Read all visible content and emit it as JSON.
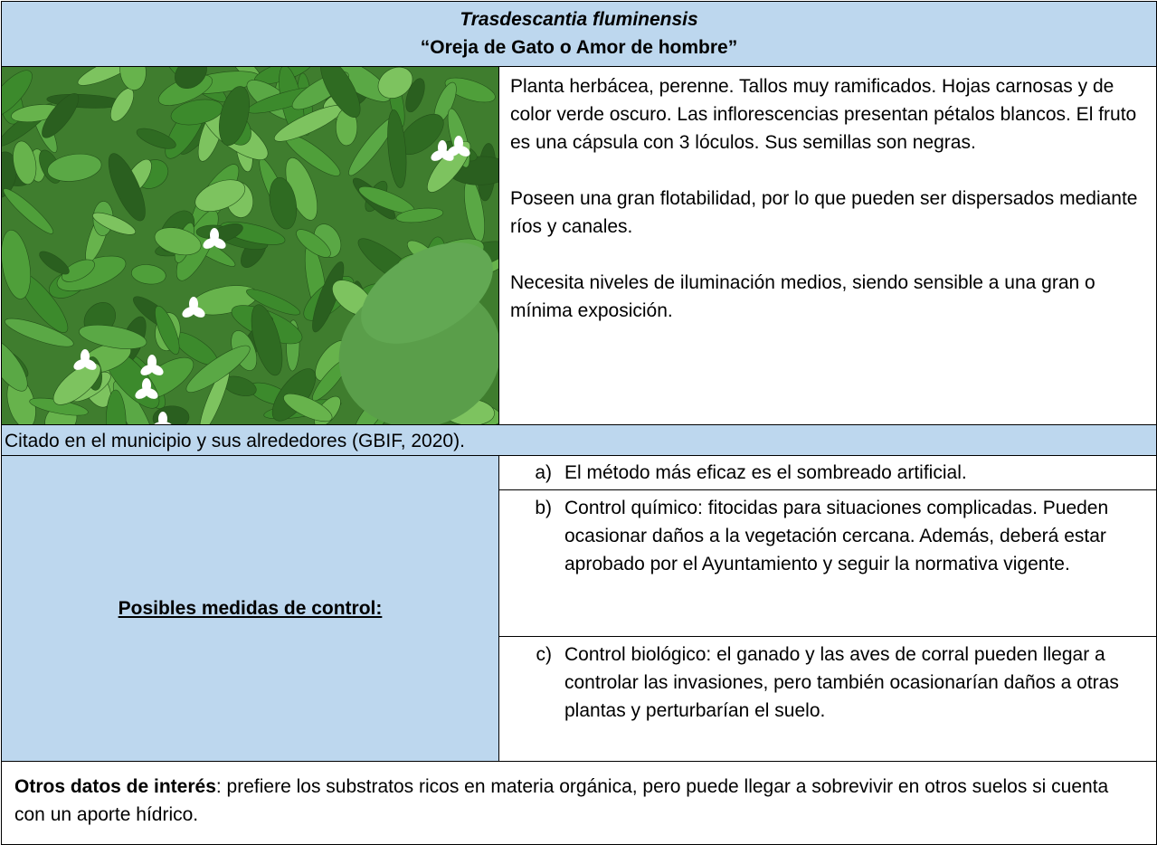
{
  "header": {
    "scientific_name": "Trasdescantia fluminensis",
    "common_name": "“Oreja de Gato o Amor de hombre”"
  },
  "photo": {
    "icon": "tradescantia-plant-photo"
  },
  "description": {
    "paragraphs": [
      "Planta herbácea, perenne. Tallos muy ramificados. Hojas carnosas y de color verde oscuro. Las inflorescencias presentan pétalos blancos. El fruto es una cápsula con 3 lóculos. Sus semillas son negras.",
      "Poseen una gran flotabilidad, por lo que pueden ser dispersados mediante ríos y canales.",
      "Necesita niveles de iluminación medios, siendo sensible a una gran o mínima exposición."
    ]
  },
  "citation": "Citado en el municipio y sus alrededores (GBIF, 2020).",
  "control": {
    "label": "Posibles medidas de control:",
    "measures": [
      {
        "marker": "a)",
        "text": "El método más eficaz es el sombreado artificial."
      },
      {
        "marker": "b)",
        "text": "Control químico: fitocidas para situaciones complicadas. Pueden ocasionar daños a la vegetación cercana. Además, deberá estar aprobado por el Ayuntamiento y seguir la normativa vigente."
      },
      {
        "marker": "c)",
        "text": "Control biológico: el ganado y las aves de corral pueden llegar a controlar las invasiones, pero también ocasionarían daños a otras plantas y perturbarían el suelo."
      }
    ]
  },
  "other": {
    "label": "Otros datos de interés",
    "text": ": prefiere los substratos ricos en materia orgánica, pero puede llegar a sobrevivir en otros suelos si cuenta con un aporte hídrico."
  },
  "colors": {
    "header_fill": "#bdd7ee",
    "border": "#000000"
  }
}
